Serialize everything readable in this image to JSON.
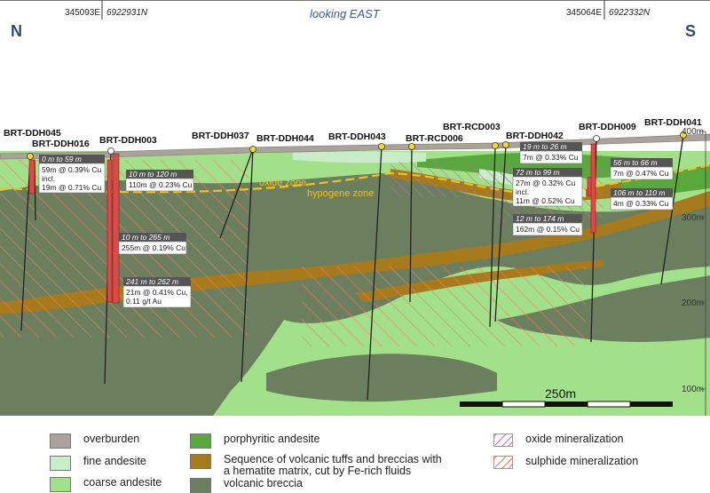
{
  "header": {
    "coord_left_e": "345093E",
    "coord_left_n": "6922931N",
    "coord_right_e": "345064E",
    "coord_right_n": "6922332N",
    "view_label": "looking EAST",
    "north_label": "N",
    "south_label": "S"
  },
  "elevations": [
    "400m",
    "300m",
    "200m",
    "100m"
  ],
  "zones": {
    "oxide": "oxide zone",
    "hypogene": "hypogene zone"
  },
  "scale_bar": "250m",
  "drillholes": [
    "BRT-DDH045",
    "BRT-DDH016",
    "BRT-DDH003",
    "BRT-DDH037",
    "BRT-DDH044",
    "BRT-DDH043",
    "BRT-RCD006",
    "BRT-RCD003",
    "BRT-DDH042",
    "BRT-DDH009",
    "BRT-DDH041"
  ],
  "intercepts": [
    {
      "interval": "0 m to 59 m",
      "lines": [
        "59m @ 0.39% Cu",
        "incl.",
        "19m @ 0.71% Cu"
      ]
    },
    {
      "interval": "10 m to 120 m",
      "lines": [
        "110m @ 0.23% Cu"
      ]
    },
    {
      "interval": "10 m to 265 m",
      "lines": [
        "255m @ 0.19% Cu"
      ]
    },
    {
      "interval": "241 m to 262 m",
      "lines": [
        "21m @ 0.41% Cu,",
        "0.11 g/t Au"
      ]
    },
    {
      "interval": "19 m to 26 m",
      "lines": [
        "7m @ 0.33% Cu"
      ]
    },
    {
      "interval": "72 m to 99 m",
      "lines": [
        "27m @ 0.32% Cu",
        "incl.",
        "11m @ 0.52% Cu"
      ]
    },
    {
      "interval": "12 m to 174 m",
      "lines": [
        "162m @ 0.15% Cu"
      ]
    },
    {
      "interval": "56 m to 66 m",
      "lines": [
        "7m @ 0.47% Cu"
      ]
    },
    {
      "interval": "106 m to 110 m",
      "lines": [
        "4m @ 0.33% Cu"
      ]
    }
  ],
  "legend": [
    {
      "label": "overburden",
      "color": "#a9a39b"
    },
    {
      "label": "fine andesite",
      "color": "#c9ecc9"
    },
    {
      "label": "coarse andesite",
      "color": "#a3e08a"
    },
    {
      "label": "porphyritic andesite",
      "color": "#58a83b"
    },
    {
      "label": "Sequence of volcanic tuffs and breccias with\na hematite matrix, cut by Fe-rich fluids",
      "color": "#a77a1c"
    },
    {
      "label": "volcanic breccia",
      "color": "#6b7f5f"
    },
    {
      "label": "oxide mineralization",
      "color": "#b06fb0"
    },
    {
      "label": "sulphide mineralization",
      "color": "#e8734a"
    }
  ]
}
